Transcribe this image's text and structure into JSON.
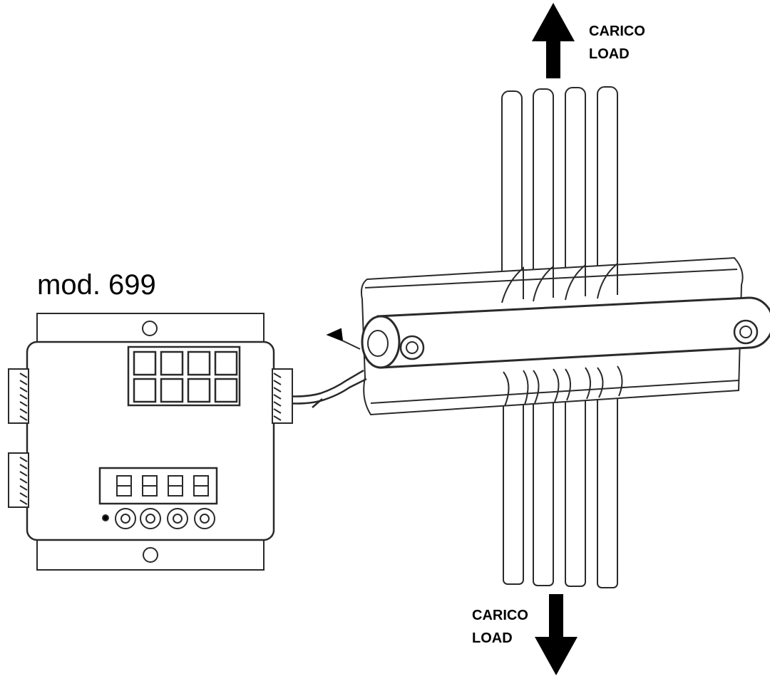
{
  "model_label": "mod. 699",
  "load_top": {
    "line1": "CARICO",
    "line2": "LOAD"
  },
  "load_bottom": {
    "line1": "CARICO",
    "line2": "LOAD"
  },
  "colors": {
    "ink": "#000000",
    "paper": "#ffffff",
    "line": "#2a2a2a"
  }
}
